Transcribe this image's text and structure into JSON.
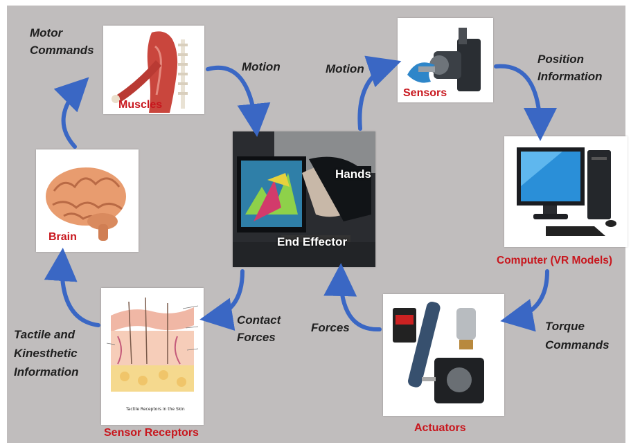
{
  "labels": {
    "motor_commands_1": "Motor",
    "motor_commands_2": "Commands",
    "motion_left": "Motion",
    "motion_right": "Motion",
    "position_info_1": "Position",
    "position_info_2": "Information",
    "contact_forces_1": "Contact",
    "contact_forces_2": "Forces",
    "forces": "Forces",
    "tactile_1": "Tactile and",
    "tactile_2": "Kinesthetic",
    "tactile_3": "Information",
    "torque_1": "Torque",
    "torque_2": "Commands"
  },
  "nodes": {
    "muscles": "Muscles",
    "brain": "Brain",
    "sensor_receptors": "Sensor Receptors",
    "skin_caption": "Tactile Receptors in the Skin",
    "end_effector": "End Effector",
    "hands": "Hands",
    "sensors": "Sensors",
    "computer": "Computer (VR Models)",
    "actuators": "Actuators"
  },
  "colors": {
    "panel": "#c0bdbd",
    "arrow": "#3a67c4",
    "node_label": "#c8161d"
  }
}
